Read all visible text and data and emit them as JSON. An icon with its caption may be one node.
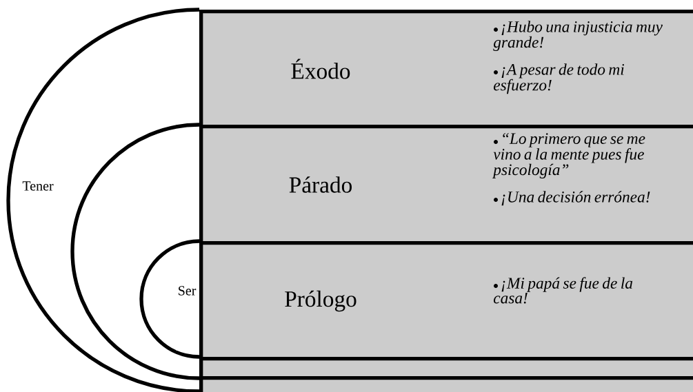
{
  "diagram": {
    "nodes": [
      {
        "text": [
          "Tener"
        ]
      },
      {
        "text": [],
        "shape": "semicircle",
        "in": 0
      },
      {
        "text": [
          "Ser"
        ],
        "in": 1
      },
      {
        "text": [
          "Éxodo",
          "¡Hubo una injusticia muy grande!",
          "¡A pesar de todo mi esfuerzo!"
        ]
      },
      {
        "text": [
          "Párado",
          "“Lo primero que se me vino a la mente pues fue psicología”",
          "¡Una decisión errónea!"
        ]
      },
      {
        "text": [
          "Prólogo",
          "¡Mi papá se fue de la casa!"
        ]
      },
      {
        "text": [],
        "shape": "bar"
      },
      {
        "text": [],
        "shape": "bar"
      }
    ]
  }
}
